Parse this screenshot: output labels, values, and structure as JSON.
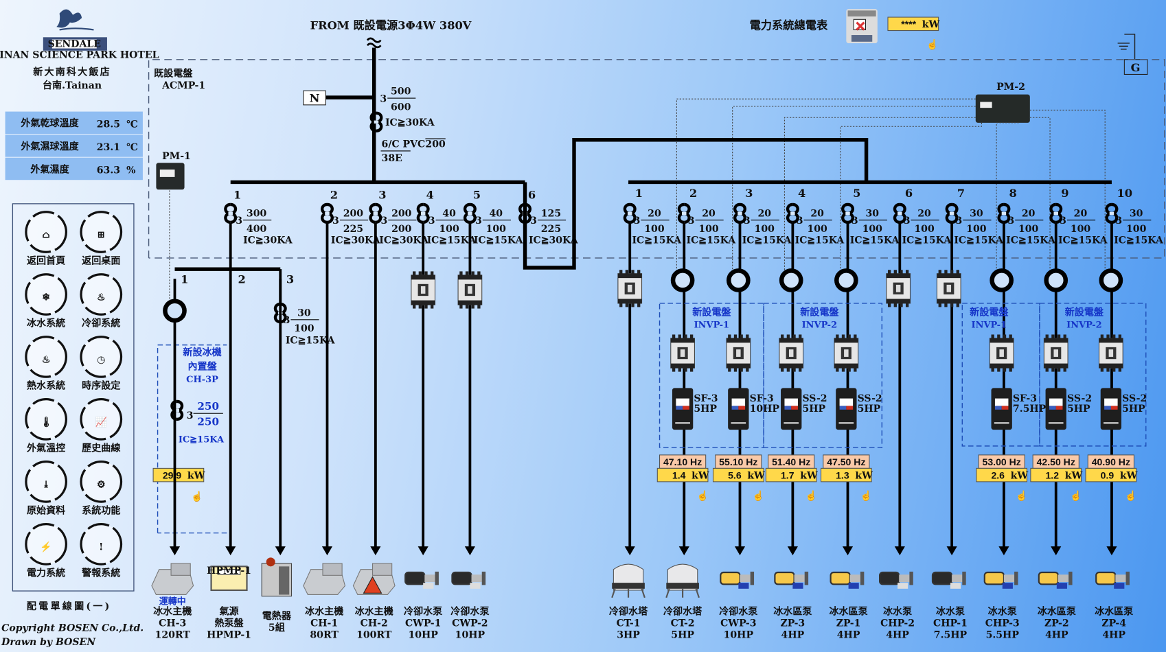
{
  "brand": {
    "logo_text": "SENDALE",
    "logo_sub": "TAINAN SCIENCE PARK HOTEL",
    "hotel_name": "新大南科大飯店",
    "city": "台南.Tainan"
  },
  "weather": [
    {
      "label": "外氣乾球溫度",
      "value": "28.5",
      "unit": "℃"
    },
    {
      "label": "外氣濕球溫度",
      "value": "23.1",
      "unit": "℃"
    },
    {
      "label": "外氣濕度",
      "value": "63.3",
      "unit": "%"
    }
  ],
  "nav": [
    {
      "label": "返回首頁",
      "icon": "home-icon",
      "glyph": "⌂"
    },
    {
      "label": "返回桌面",
      "icon": "windows-icon",
      "glyph": "⊞"
    },
    {
      "label": "冰水系統",
      "icon": "chiller-icon",
      "glyph": "❄"
    },
    {
      "label": "冷卻系統",
      "icon": "cooling-tower-icon",
      "glyph": "♨"
    },
    {
      "label": "熱水系統",
      "icon": "water-heater-icon",
      "glyph": "♨"
    },
    {
      "label": "時序設定",
      "icon": "calendar-clock-icon",
      "glyph": "◷"
    },
    {
      "label": "外氣溫控",
      "icon": "thermometer-icon",
      "glyph": "🌡"
    },
    {
      "label": "歷史曲線",
      "icon": "line-chart-icon",
      "glyph": "📈"
    },
    {
      "label": "原始資料",
      "icon": "file-download-icon",
      "glyph": "⤓"
    },
    {
      "label": "系統功能",
      "icon": "gear-hand-icon",
      "glyph": "⚙"
    },
    {
      "label": "電力系統",
      "icon": "power-board-icon",
      "glyph": "⚡"
    },
    {
      "label": "警報系統",
      "icon": "alarm-siren-icon",
      "glyph": "!"
    }
  ],
  "page_title": "配電單線圖(一)",
  "copyright": [
    "Copyright  BOSEN Co.,Ltd.",
    "Drawn by  BOSEN"
  ],
  "source": {
    "label": "FROM 既設電源3Φ4W 380V"
  },
  "meter": {
    "label": "電力系統總電表",
    "value": "****",
    "unit": "kW"
  },
  "panel": {
    "title": "既設電盤",
    "code": "ACMP-1",
    "neutral": "N",
    "ground": "G",
    "pm1": "PM-1",
    "pm2": "PM-2"
  },
  "main_breaker": {
    "poles": "3",
    "trip": "500",
    "frame": "600",
    "ic": "IC≧30KA",
    "cable": "6/C PVC",
    "cable_size": "200",
    "ground_wire": "38E"
  },
  "left_feeders": [
    {
      "no": "1",
      "poles": "3",
      "trip": "300",
      "frame": "400",
      "ic": "IC≧30KA"
    },
    {
      "no": "2",
      "poles": "3",
      "trip": "200",
      "frame": "225",
      "ic": "IC≧30KA"
    },
    {
      "no": "3",
      "poles": "3",
      "trip": "200",
      "frame": "200",
      "ic": "IC≧30KA"
    },
    {
      "no": "4",
      "poles": "3",
      "trip": "40",
      "frame": "100",
      "ic": "IC≧15KA"
    },
    {
      "no": "5",
      "poles": "3",
      "trip": "40",
      "frame": "100",
      "ic": "IC≧15KA"
    },
    {
      "no": "6",
      "poles": "3",
      "trip": "125",
      "frame": "225",
      "ic": "IC≧30KA"
    }
  ],
  "sub_feeders": [
    {
      "no": "1"
    },
    {
      "no": "2"
    },
    {
      "no": "3",
      "poles": "3",
      "trip": "30",
      "frame": "100",
      "ic": "IC≧15KA"
    }
  ],
  "chiller_panel": {
    "title1": "新設冰機",
    "title2": "內置盤",
    "code": "CH-3P",
    "poles": "3",
    "trip": "250",
    "frame": "250",
    "ic": "IC≧15KA",
    "power": "29.9",
    "unit": "kW"
  },
  "right_feeders": [
    {
      "no": "1",
      "poles": "3",
      "trip": "20",
      "frame": "100",
      "ic": "IC≧15KA"
    },
    {
      "no": "2",
      "poles": "3",
      "trip": "20",
      "frame": "100",
      "ic": "IC≧15KA"
    },
    {
      "no": "3",
      "poles": "3",
      "trip": "20",
      "frame": "100",
      "ic": "IC≧15KA"
    },
    {
      "no": "4",
      "poles": "3",
      "trip": "20",
      "frame": "100",
      "ic": "IC≧15KA"
    },
    {
      "no": "5",
      "poles": "3",
      "trip": "30",
      "frame": "100",
      "ic": "IC≧15KA"
    },
    {
      "no": "6",
      "poles": "3",
      "trip": "20",
      "frame": "100",
      "ic": "IC≧15KA"
    },
    {
      "no": "7",
      "poles": "3",
      "trip": "30",
      "frame": "100",
      "ic": "IC≧15KA"
    },
    {
      "no": "8",
      "poles": "3",
      "trip": "20",
      "frame": "100",
      "ic": "IC≧15KA"
    },
    {
      "no": "9",
      "poles": "3",
      "trip": "20",
      "frame": "100",
      "ic": "IC≧15KA"
    },
    {
      "no": "10",
      "poles": "3",
      "trip": "30",
      "frame": "100",
      "ic": "IC≧15KA"
    }
  ],
  "inverter_panels": [
    {
      "title": "新設電盤",
      "code": "INVP-1"
    },
    {
      "title": "新設電盤",
      "code": "INVP-2"
    },
    {
      "title": "新設電盤",
      "code": "INVP-1"
    },
    {
      "title": "新設電盤",
      "code": "INVP-2"
    }
  ],
  "inverters": [
    {
      "model": "SF-3",
      "hp": "5HP",
      "hz": "47.10 Hz",
      "kw": "1.4",
      "unit": "kW"
    },
    {
      "model": "SF-3",
      "hp": "10HP",
      "hz": "55.10 Hz",
      "kw": "5.6",
      "unit": "kW"
    },
    {
      "model": "SS-2",
      "hp": "5HP",
      "hz": "51.40 Hz",
      "kw": "1.7",
      "unit": "kW"
    },
    {
      "model": "SS-2",
      "hp": "5HP",
      "hz": "47.50 Hz",
      "kw": "1.3",
      "unit": "kW"
    },
    {
      "model": "SF-3",
      "hp": "7.5HP",
      "hz": "53.00 Hz",
      "kw": "2.6",
      "unit": "kW"
    },
    {
      "model": "SS-2",
      "hp": "5HP",
      "hz": "42.50 Hz",
      "kw": "1.2",
      "unit": "kW"
    },
    {
      "model": "SS-2",
      "hp": "5HP",
      "hz": "40.90 Hz",
      "kw": "0.9",
      "unit": "kW"
    }
  ],
  "loads": [
    {
      "status": "運轉中",
      "lines": [
        "冰水主機",
        "CH-3",
        "120RT"
      ],
      "type": "chiller"
    },
    {
      "lines": [
        "氣源",
        "熱泵盤",
        "HPMP-1"
      ],
      "type": "heatpump",
      "tag": "HPMP-1"
    },
    {
      "lines": [
        "電熱器",
        "5組"
      ],
      "type": "heater"
    },
    {
      "lines": [
        "冰水主機",
        "CH-1",
        "80RT"
      ],
      "type": "chiller"
    },
    {
      "lines": [
        "冰水主機",
        "CH-2",
        "100RT"
      ],
      "type": "chiller-alarm"
    },
    {
      "lines": [
        "冷卻水泵",
        "CWP-1",
        "10HP"
      ],
      "type": "pump-off"
    },
    {
      "lines": [
        "冷卻水泵",
        "CWP-2",
        "10HP"
      ],
      "type": "pump-off"
    },
    {
      "lines": [
        "冷卻水塔",
        "CT-1",
        "3HP"
      ],
      "type": "tower"
    },
    {
      "lines": [
        "冷卻水塔",
        "CT-2",
        "5HP"
      ],
      "type": "tower"
    },
    {
      "lines": [
        "冷卻水泵",
        "CWP-3",
        "10HP"
      ],
      "type": "pump-on"
    },
    {
      "lines": [
        "冰水區泵",
        "ZP-3",
        "4HP"
      ],
      "type": "pump-on"
    },
    {
      "lines": [
        "冰水區泵",
        "ZP-1",
        "4HP"
      ],
      "type": "pump-on"
    },
    {
      "lines": [
        "冰水泵",
        "CHP-2",
        "4HP"
      ],
      "type": "pump-off"
    },
    {
      "lines": [
        "冰水泵",
        "CHP-1",
        "7.5HP"
      ],
      "type": "pump-off"
    },
    {
      "lines": [
        "冰水泵",
        "CHP-3",
        "5.5HP"
      ],
      "type": "pump-on"
    },
    {
      "lines": [
        "冰水區泵",
        "ZP-2",
        "4HP"
      ],
      "type": "pump-on"
    },
    {
      "lines": [
        "冰水區泵",
        "ZP-4",
        "4HP"
      ],
      "type": "pump-on"
    }
  ],
  "colors": {
    "value_box": "#ffd84a",
    "hz_box": "#f9c9a8",
    "value_text": "#8b4a1a",
    "running": "#1535c8",
    "bus": "#000000"
  }
}
